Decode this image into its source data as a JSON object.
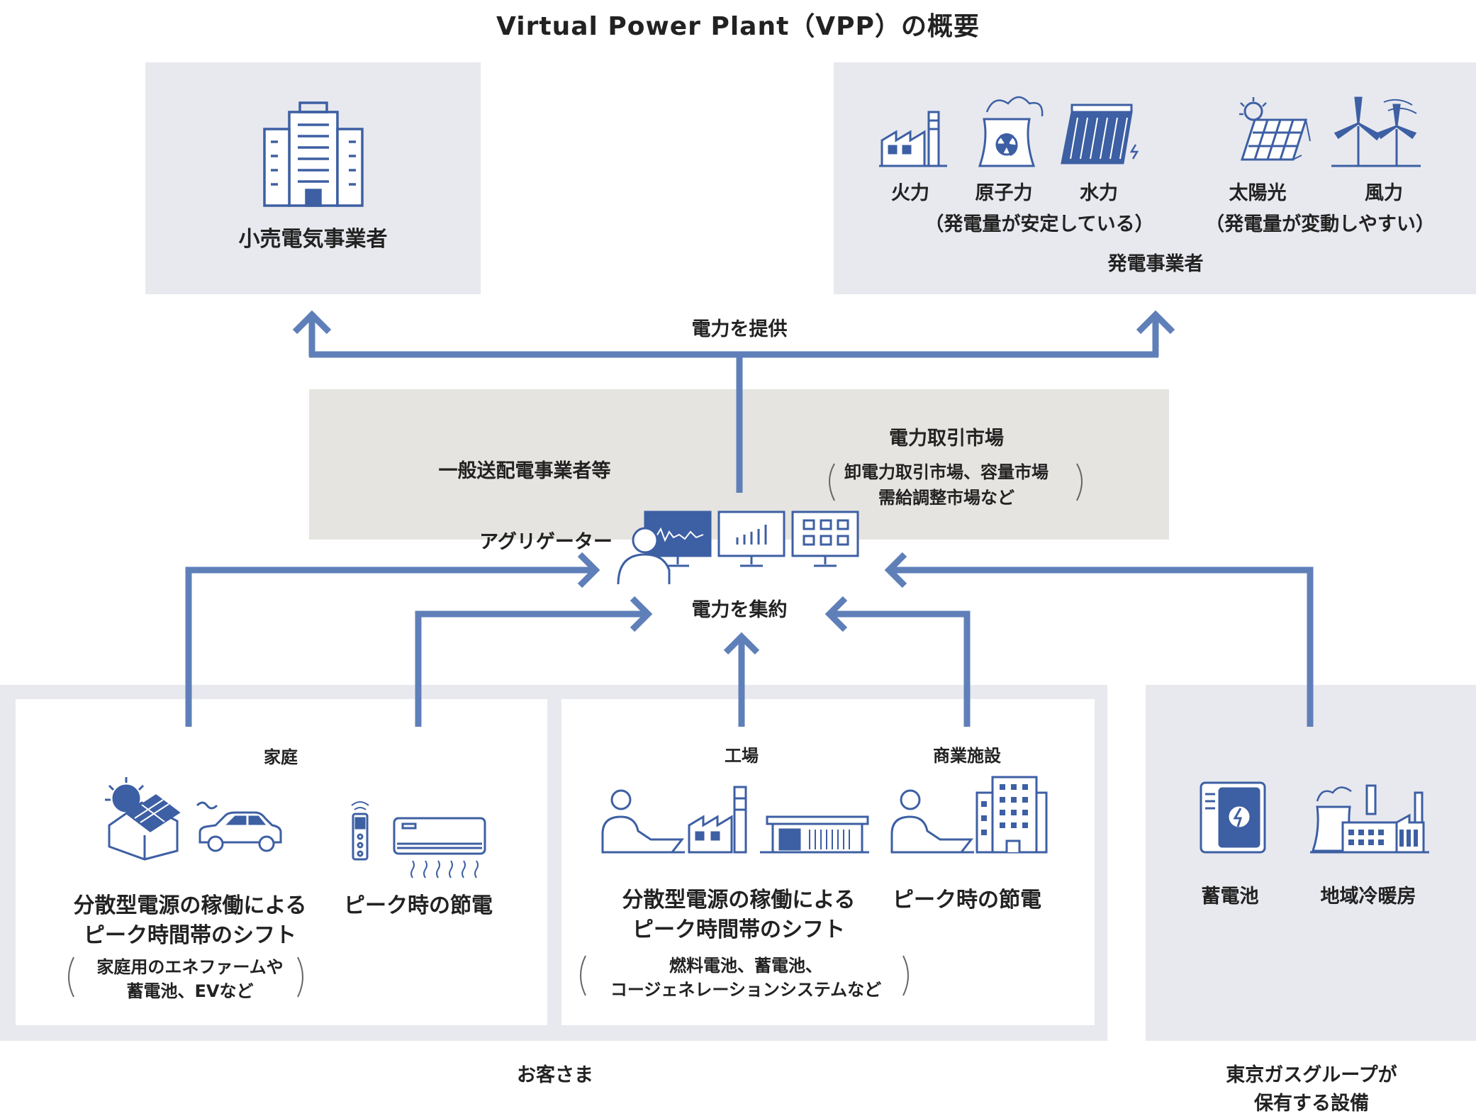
{
  "title": "Virtual Power Plant（VPP）の概要",
  "retail": {
    "label": "小売電気事業者"
  },
  "generation": {
    "items": [
      {
        "label": "火力",
        "icon": "thermal-plant-icon"
      },
      {
        "label": "原子力",
        "icon": "nuclear-plant-icon"
      },
      {
        "label": "水力",
        "icon": "hydro-dam-icon"
      },
      {
        "label": "太陽光",
        "icon": "solar-panel-icon"
      },
      {
        "label": "風力",
        "icon": "wind-turbine-icon"
      }
    ],
    "stable_note": "（発電量が安定している）",
    "variable_note": "（発電量が変動しやすい）",
    "label": "発電事業者"
  },
  "supply_label": "電力を提供",
  "market": {
    "grid_label": "一般送配電事業者等",
    "market_label": "電力取引市場",
    "market_sub1": "卸電力取引市場、容量市場",
    "market_sub2": "需給調整市場など"
  },
  "aggregator": {
    "label": "アグリゲーター",
    "aggregate_label": "電力を集約"
  },
  "customers": {
    "label": "お客さま",
    "home": {
      "label": "家庭",
      "shift1": "分散型電源の稼働による",
      "shift2": "ピーク時間帯のシフト",
      "note1": "家庭用のエネファームや",
      "note2": "蓄電池、EVなど",
      "peak": "ピーク時の節電"
    },
    "factory": {
      "label": "工場"
    },
    "commercial": {
      "label": "商業施設"
    },
    "biz": {
      "shift1": "分散型電源の稼働による",
      "shift2": "ピーク時間帯のシフト",
      "note1": "燃料電池、蓄電池、",
      "note2": "コージェネレーションシステムなど",
      "peak": "ピーク時の節電"
    }
  },
  "tokyogas": {
    "label1": "東京ガスグループが",
    "label2": "保有する設備",
    "battery": "蓄電池",
    "dhc": "地域冷暖房"
  },
  "colors": {
    "arrow": "#5f7fb9",
    "icon": "#3d5fa3",
    "box_gray": "#e8e9ef",
    "box_beige": "#e6e4e0"
  }
}
